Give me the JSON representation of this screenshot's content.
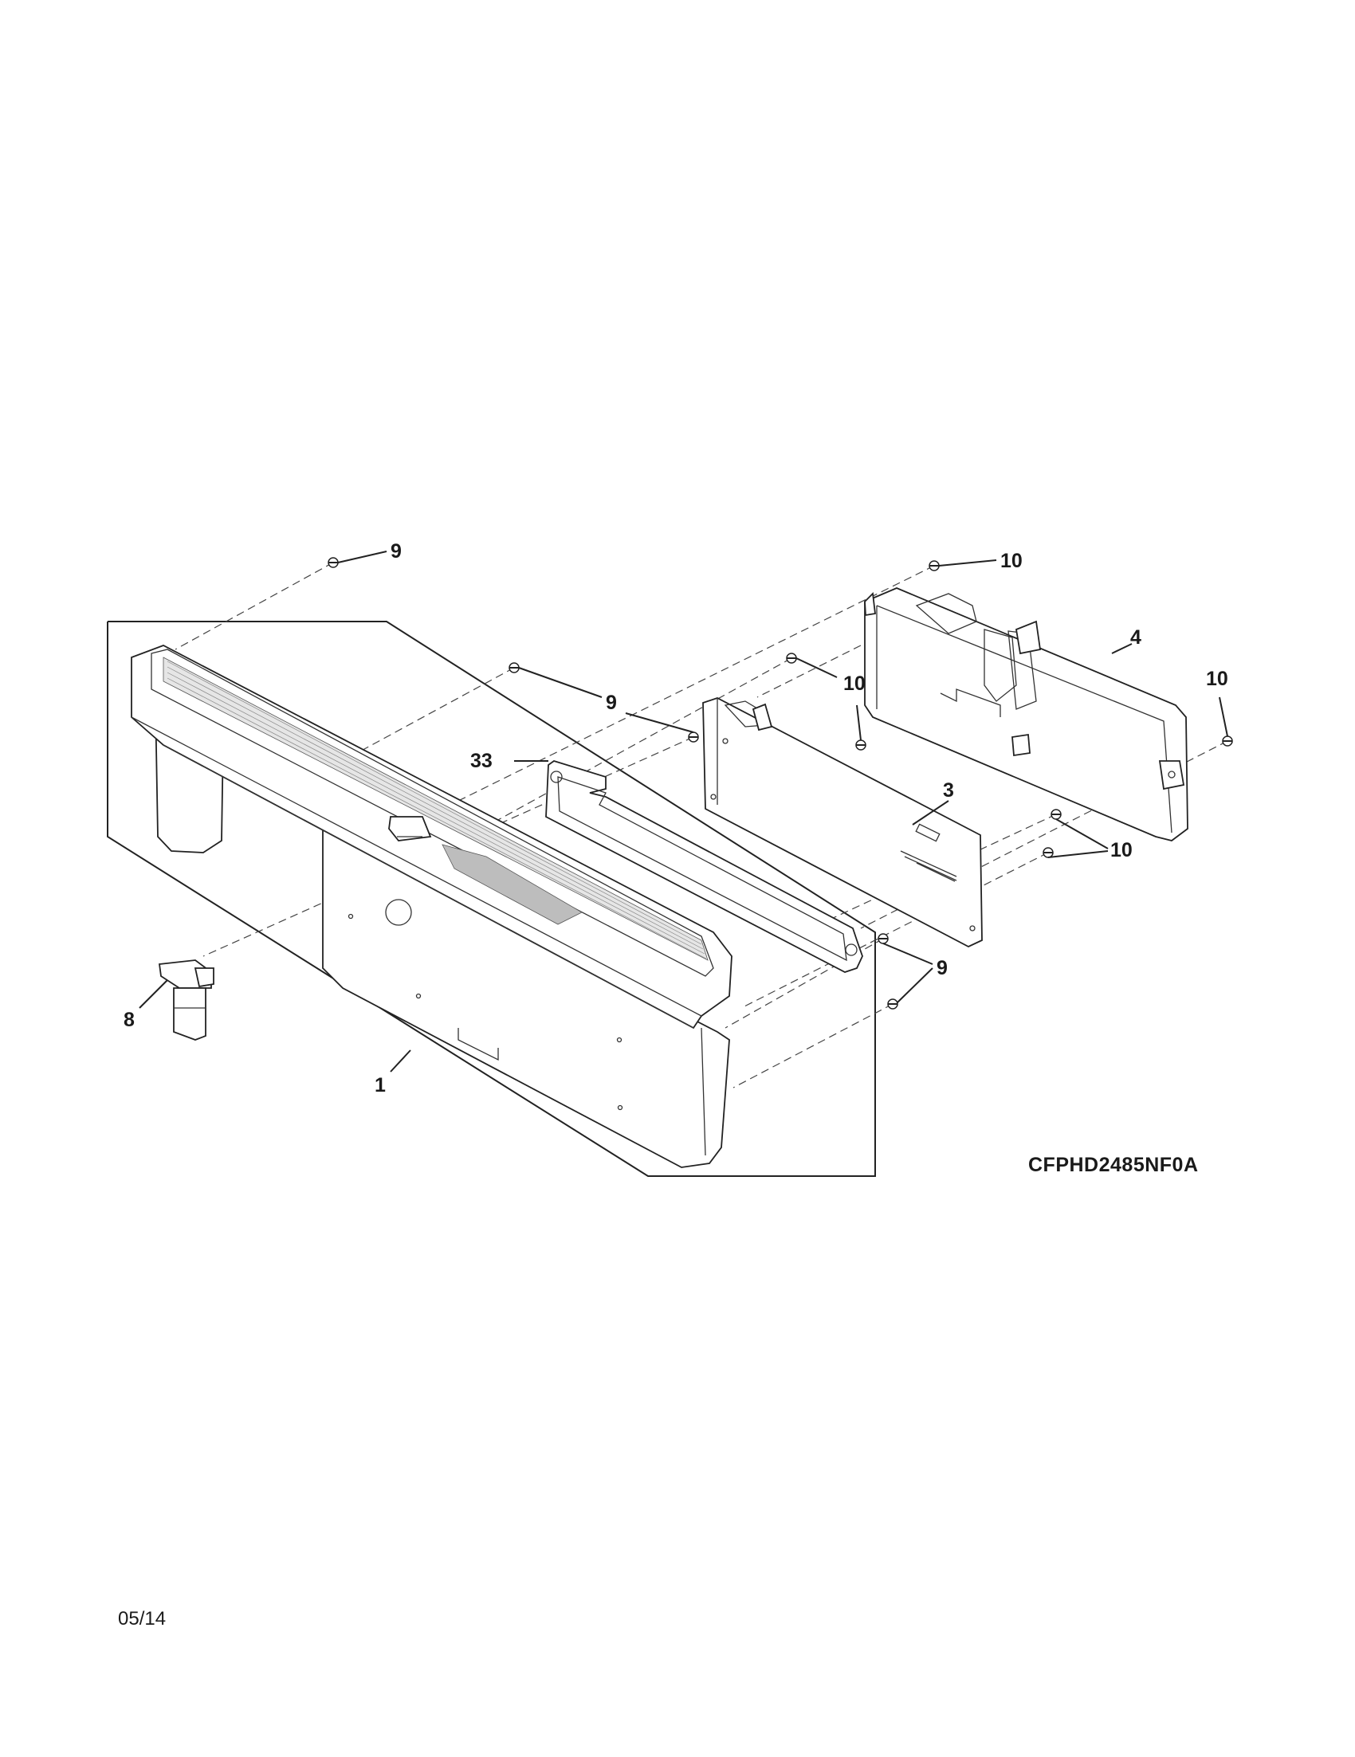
{
  "diagram": {
    "model_number": "CFPHD2485NF0A",
    "date_code": "05/14",
    "callouts": {
      "screw_top": "9",
      "screw_top_right": "10",
      "housing": "4",
      "screw_far_right": "10",
      "screw_upper_left": "9",
      "screw_board_top": "10",
      "gasket": "33",
      "board": "3",
      "screws_board_right": "10",
      "screws_lower": "9",
      "endcap": "8",
      "panel": "1"
    }
  }
}
